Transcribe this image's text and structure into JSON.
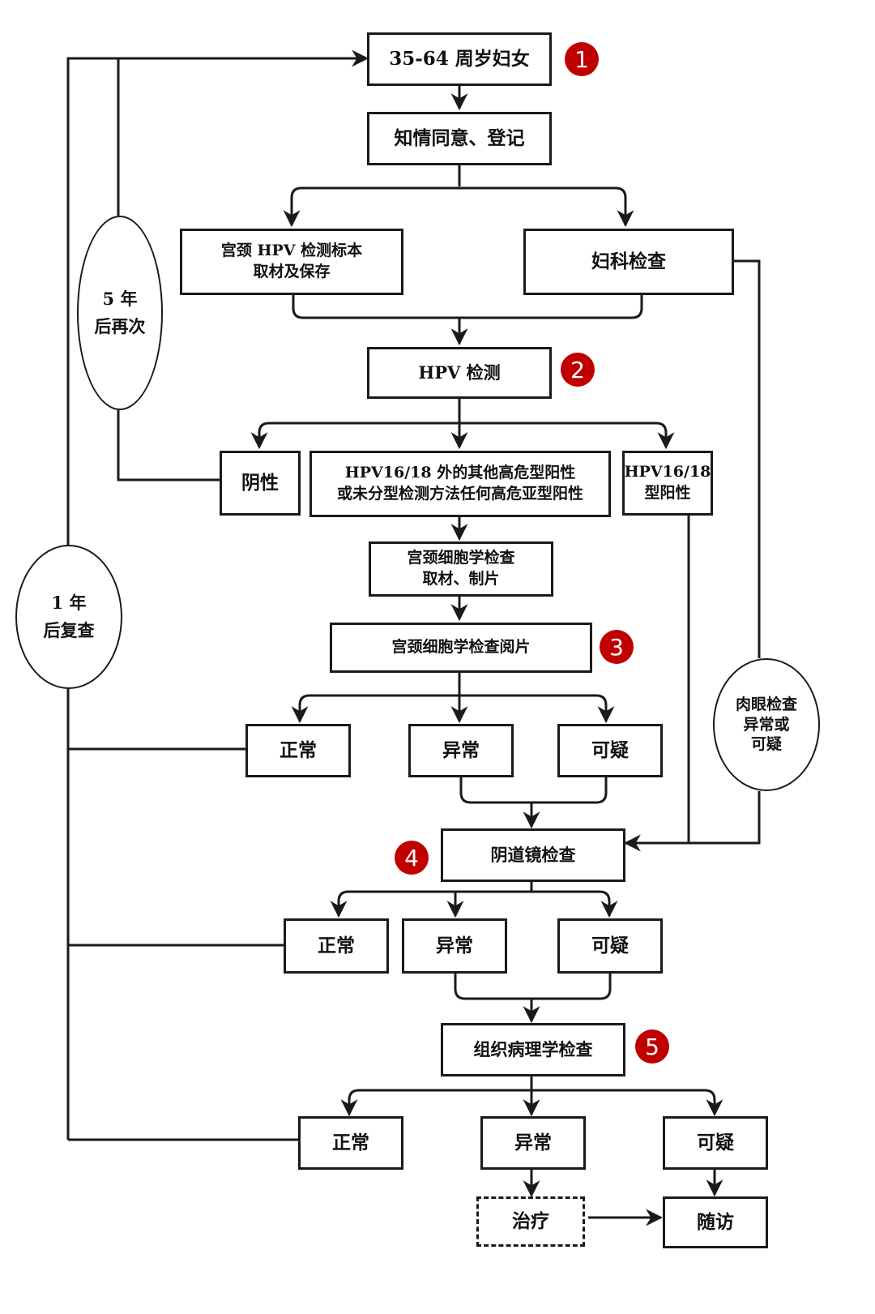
{
  "diagram": {
    "colors": {
      "stroke": "#1a1a1a",
      "badge": "#c00000",
      "badge_text": "#ffffff",
      "background": "#ffffff"
    },
    "start": "35-64 周岁妇女",
    "consent": "知情同意、登记",
    "sampling": {
      "line1": "宫颈 HPV 检测标本",
      "line2": "取材及保存"
    },
    "gyn_exam": "妇科检查",
    "hpv_test": "HPV 检测",
    "hpv_results": {
      "negative": "阴性",
      "other_positive": {
        "line1": "HPV16/18 外的其他高危型阳性",
        "line2": "或未分型检测方法任何高危亚型阳性"
      },
      "hpv1618_positive": {
        "line1": "HPV16/18",
        "line2": "型阳性"
      }
    },
    "cytology_sampling": {
      "line1": "宫颈细胞学检查",
      "line2": "取材、制片"
    },
    "cytology_reading": "宫颈细胞学检查阅片",
    "cytology_results": {
      "normal": "正常",
      "abnormal": "异常",
      "suspicious": "可疑"
    },
    "colposcopy": "阴道镜检查",
    "colposcopy_results": {
      "normal": "正常",
      "abnormal": "异常",
      "suspicious": "可疑"
    },
    "histopathology": "组织病理学检查",
    "histopathology_results": {
      "normal": "正常",
      "abnormal": "异常",
      "suspicious": "可疑"
    },
    "treatment": "治疗",
    "follow_up": "随访",
    "ovals": {
      "five_year": {
        "line1": "5 年",
        "line2": "后再次"
      },
      "one_year": {
        "line1": "1 年",
        "line2": "后复查"
      },
      "visual_abnormal": {
        "line1": "肉眼检查",
        "line2": "异常或",
        "line3": "可疑"
      }
    },
    "badges": [
      "1",
      "2",
      "3",
      "4",
      "5"
    ]
  }
}
